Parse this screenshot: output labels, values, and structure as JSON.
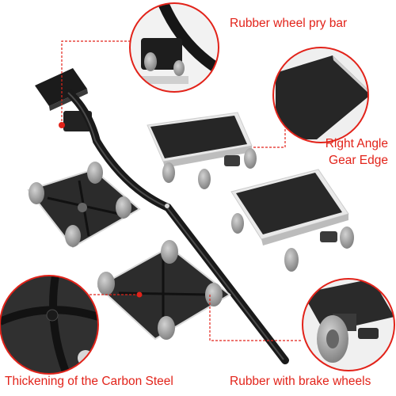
{
  "callouts": {
    "pry_bar": "Rubber wheel pry bar",
    "gear_edge_line1": "Right Angle",
    "gear_edge_line2": "Gear Edge",
    "carbon_steel": "Thickening of the Carbon Steel",
    "brake_wheels": "Rubber with brake wheels"
  },
  "colors": {
    "accent": "#e2231a",
    "steel_dark": "#1b1b1b",
    "pad": "#2a2a2a",
    "plate_edge": "#e9e9e9",
    "wheel_gray": "#9c9c9c"
  }
}
